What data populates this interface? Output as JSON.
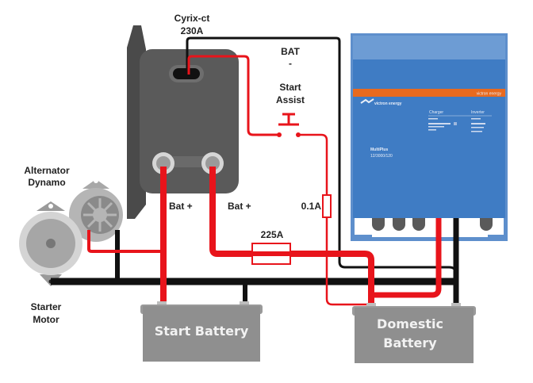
{
  "diagram": {
    "title": "Cyrix-ct dual battery wiring diagram",
    "colors": {
      "positive_wire": "#e8141b",
      "negative_wire": "#111111",
      "relay_body": "#5a5a5a",
      "battery_body": "#8f8f8f",
      "inverter_blue": "#3f7cc4",
      "inverter_top": "#6d9cd4",
      "inverter_stripe": "#e86a1f"
    },
    "components": {
      "relay": {
        "name": "Cyrix-ct",
        "rating": "230A"
      },
      "bat_minus_label": "BAT",
      "bat_minus_sign": "-",
      "start_assist": {
        "line1": "Start",
        "line2": "Assist"
      },
      "terminal_left": "Bat +",
      "terminal_right": "Bat +",
      "fuse_small": "0.1A",
      "fuse_main": "225A",
      "alternator": {
        "line1": "Alternator",
        "line2": "Dynamo"
      },
      "starter": {
        "line1": "Starter",
        "line2": "Motor"
      },
      "start_battery": "Start Battery",
      "domestic_battery": {
        "line1": "Domestic",
        "line2": "Battery"
      },
      "inverter": {
        "brand": "victron energy",
        "model_line1": "MultiPlus",
        "model_line2": "12/3000/120",
        "stripe_text": "victron energy",
        "panel_col1": "Charger",
        "panel_col2": "Inverter"
      }
    }
  }
}
